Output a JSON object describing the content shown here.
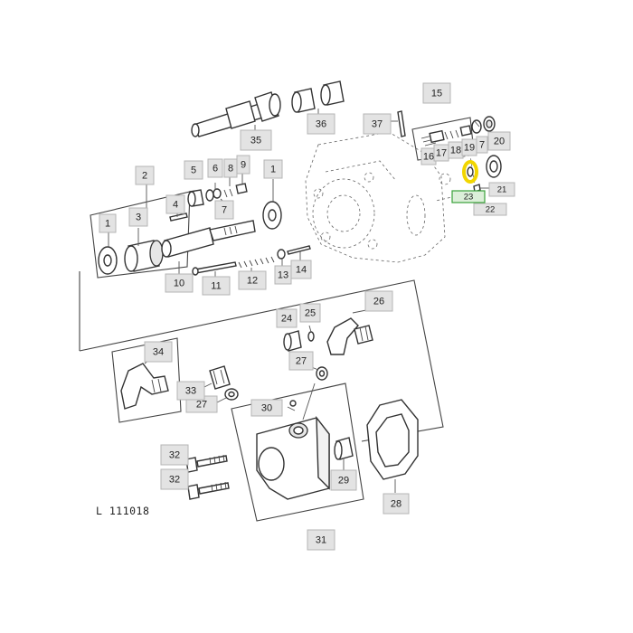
{
  "figure_label": "L 111018",
  "highlight_color": "#f2d600",
  "callouts": [
    {
      "id": "1a",
      "label": "1"
    },
    {
      "id": "1b",
      "label": "1"
    },
    {
      "id": "2",
      "label": "2"
    },
    {
      "id": "3",
      "label": "3"
    },
    {
      "id": "4",
      "label": "4"
    },
    {
      "id": "5",
      "label": "5"
    },
    {
      "id": "6",
      "label": "6"
    },
    {
      "id": "7",
      "label": "7"
    },
    {
      "id": "8",
      "label": "8"
    },
    {
      "id": "9",
      "label": "9"
    },
    {
      "id": "10",
      "label": "10"
    },
    {
      "id": "11",
      "label": "11"
    },
    {
      "id": "12",
      "label": "12"
    },
    {
      "id": "13",
      "label": "13"
    },
    {
      "id": "14",
      "label": "14"
    },
    {
      "id": "15",
      "label": "15"
    },
    {
      "id": "16",
      "label": "16"
    },
    {
      "id": "17",
      "label": "17"
    },
    {
      "id": "18",
      "label": "18"
    },
    {
      "id": "19",
      "label": "19"
    },
    {
      "id": "7b",
      "label": "7"
    },
    {
      "id": "20",
      "label": "20"
    },
    {
      "id": "21",
      "label": "21"
    },
    {
      "id": "22",
      "label": "22"
    },
    {
      "id": "23",
      "label": "23"
    },
    {
      "id": "24",
      "label": "24"
    },
    {
      "id": "25",
      "label": "25"
    },
    {
      "id": "26",
      "label": "26"
    },
    {
      "id": "27a",
      "label": "27"
    },
    {
      "id": "27b",
      "label": "27"
    },
    {
      "id": "28",
      "label": "28"
    },
    {
      "id": "29",
      "label": "29"
    },
    {
      "id": "30",
      "label": "30"
    },
    {
      "id": "31",
      "label": "31"
    },
    {
      "id": "32a",
      "label": "32"
    },
    {
      "id": "32b",
      "label": "32"
    },
    {
      "id": "33",
      "label": "33"
    },
    {
      "id": "34",
      "label": "34"
    },
    {
      "id": "35",
      "label": "35"
    },
    {
      "id": "36",
      "label": "36"
    },
    {
      "id": "37",
      "label": "37"
    }
  ]
}
